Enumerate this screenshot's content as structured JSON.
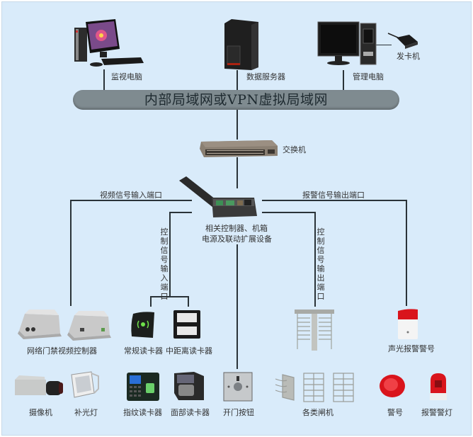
{
  "network": {
    "bus_label": "内部局域网或VPN虚拟局域网",
    "switch_label": "交换机"
  },
  "top_devices": [
    {
      "id": "monitor-pc",
      "label": "监视电脑",
      "icon": "desktop-computer-icon"
    },
    {
      "id": "data-server",
      "label": "数据服务器",
      "icon": "server-tower-icon"
    },
    {
      "id": "admin-pc",
      "label": "管理电脑",
      "icon": "desktop-computer-icon"
    },
    {
      "id": "card-issuer",
      "label": "发卡机",
      "icon": "card-issuer-icon"
    }
  ],
  "controller": {
    "label_line1": "相关控制器、机箱",
    "label_line2": "电源及联动扩展设备",
    "icon": "controller-box-icon"
  },
  "ports": {
    "video_input": "视频信号输入端口",
    "alarm_output": "报警信号输出端口",
    "control_input": "控制信号输入端口",
    "control_output": "控制信号输出端口"
  },
  "middle_devices": [
    {
      "id": "net-video-controller",
      "label": "网络门禁视频控制器",
      "icon": "video-controller-box-icon"
    },
    {
      "id": "std-reader",
      "label": "常规读卡器",
      "icon": "card-reader-icon"
    },
    {
      "id": "mid-range-reader",
      "label": "中距离读卡器",
      "icon": "mid-range-reader-icon"
    },
    {
      "id": "sound-light-alarm",
      "label": "声光报警警号",
      "icon": "siren-icon"
    }
  ],
  "bottom_devices": [
    {
      "id": "camera",
      "label": "摄像机",
      "icon": "camera-icon"
    },
    {
      "id": "fill-light",
      "label": "补光灯",
      "icon": "floodlight-icon"
    },
    {
      "id": "fingerprint-reader",
      "label": "指纹读卡器",
      "icon": "fingerprint-reader-icon"
    },
    {
      "id": "face-reader",
      "label": "面部读卡器",
      "icon": "face-reader-icon"
    },
    {
      "id": "exit-button",
      "label": "开门按钮",
      "icon": "exit-button-icon"
    },
    {
      "id": "turnstiles",
      "label": "各类闸机",
      "icon": "turnstile-icon"
    },
    {
      "id": "alarm-horn",
      "label": "警号",
      "icon": "alarm-horn-icon"
    },
    {
      "id": "alarm-beacon",
      "label": "报警警灯",
      "icon": "beacon-light-icon"
    }
  ],
  "colors": {
    "background": "#d9ebfa",
    "bus": "#7f8b90",
    "line": "#2a3338",
    "alarm_red": "#d9141c"
  }
}
